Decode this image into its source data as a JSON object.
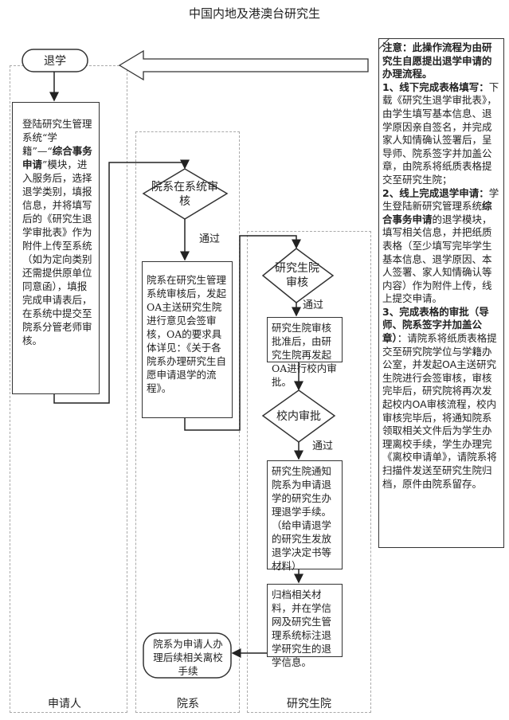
{
  "title": "中国内地及港澳台研究生",
  "lanes": {
    "applicant": "申请人",
    "department": "院系",
    "graduate_school": "研究生院"
  },
  "start": "退学",
  "steps": {
    "applicant_box": {
      "p1": "登陆研究生管理系统“学籍”—“",
      "bold": "综合事务申请",
      "p2": "”模块，进入服务后，选择退学类别，填报信息，并将填写后的《研究生退学审批表》作为附件上传至系统（如为定向类别还需提供原单位同意函），填报完成申请表后，在系统中提交至院系分管老师审核。"
    },
    "dept_review": "院系在系统审核",
    "pass1": "通过",
    "dept_box": "院系在研究生管理系统审核后，发起OA主送研究生院进行意见会签审核，OA的要求具体详见：《关于各院系办理研究生自愿申请退学的流程》。",
    "gs_review": "研究生院审核",
    "pass2": "通过",
    "gs_box": "研究生院审核批准后，由研究生院再发起OA进行校内审批。",
    "school_review": "校内审批",
    "pass3": "通过",
    "notify_box": "研究生院通知院系为申请退学的研究生办理退学手续。（给申请退学的研究生发放退学决定书等材料）",
    "archive_box": "归档相关材料，并在学信网及研究生管理系统标注退学研究生的退学信息。",
    "final_box": "院系为申请人办理后续相关离校手续"
  },
  "notes": {
    "intro": "注意：此操作流程为由研究生自愿提出退学申请的办理流程。",
    "s1_title": "1、线下完成表格填写：",
    "s1_body": "下载《研究生退学审批表》，由学生填写基本信息、退学原因亲自签名，并完成家人知情确认签署后，呈导师、院系签字并加盖公章，由院系将纸质表格提交至研究生院；",
    "s2_title": "2、线上完成退学申请：",
    "s2_p1": "学生登陆新研究管理系统",
    "s2_bold": "综合事务申请",
    "s2_p2": "的退学模块，填写相关信息，并把纸质表格（至少填写完毕学生基本信息、退学原因、本人签署、家人知情确认等内容）作为附件上传，线上提交申请。",
    "s3_title": "3、完成表格的审批（导师、院系签字并加盖公章）",
    "s3_body": "：请院系将纸质表格提交至研究院学位与学籍办公室，并发起OA主送研究生院进行会签审核，审核完毕后，研究院将再次发起校内OA审核流程，校内审核完毕后，将通知院系领取相关文件后为学生办理离校手续，学生办理完《离校申请单》，请院系将扫描件发送至研究生院归档，原件由院系留存。"
  }
}
